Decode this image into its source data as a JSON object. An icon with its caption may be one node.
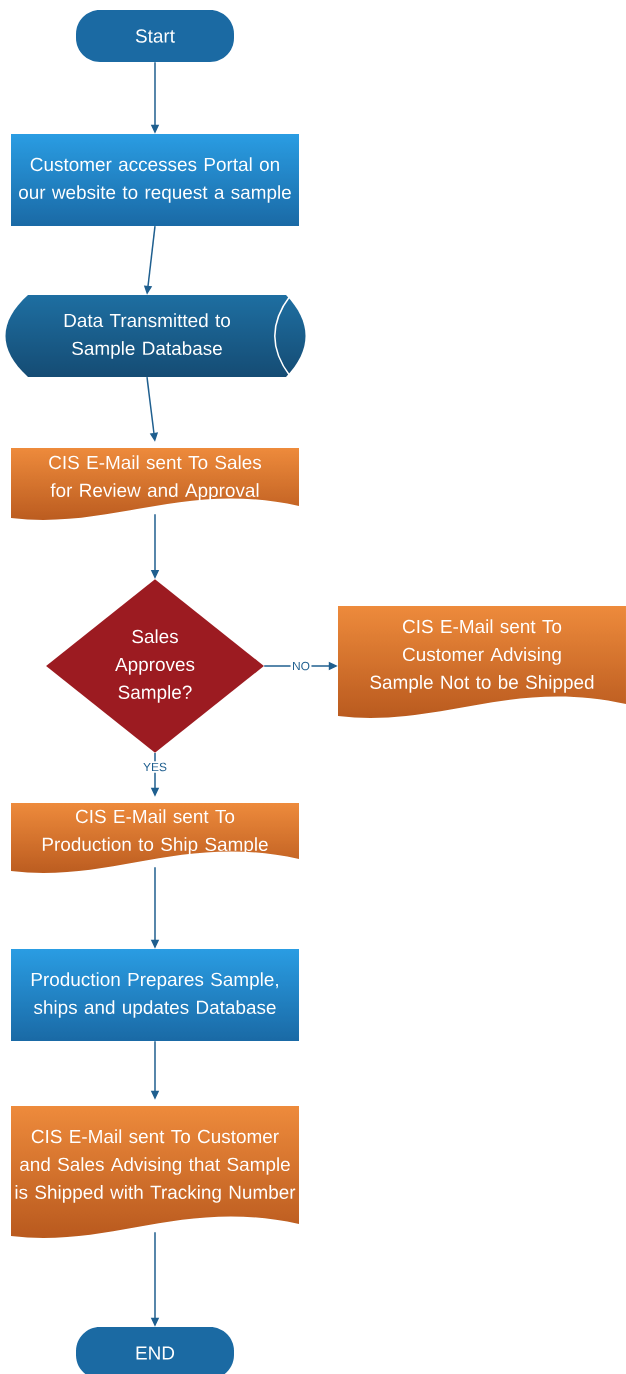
{
  "diagram": {
    "nodes": [
      {
        "text": [
          "Start"
        ]
      },
      {
        "text": [
          "Customer accesses Portal on our website to request a sample"
        ]
      },
      {
        "text": [
          "Data Transmitted to Sample Database"
        ]
      },
      {
        "text": [
          "CIS E-Mail sent To Sales for Review and Approval"
        ]
      },
      {
        "text": [
          "Sales Approves Sample?"
        ]
      },
      {
        "text": [
          "CIS E-Mail sent To Customer Advising Sample Not to be Shipped"
        ]
      },
      {
        "text": [
          "CIS E-Mail sent To Production to Ship Sample"
        ]
      },
      {
        "text": [
          "Production Prepares Sample, ships and updates Database"
        ]
      },
      {
        "text": [
          "CIS E-Mail sent To Customer and Sales Advising that Sample is Shipped with Tracking Number"
        ]
      },
      {
        "text": [
          "END"
        ]
      }
    ],
    "edges": [
      {
        "from": 0,
        "to": 1,
        "arrow": "to"
      },
      {
        "from": 1,
        "to": 2,
        "arrow": "to"
      },
      {
        "from": 2,
        "to": 3,
        "arrow": "to"
      },
      {
        "from": 3,
        "to": 4,
        "arrow": "to"
      },
      {
        "from": 4,
        "to": 5,
        "arrow": "to",
        "label": "NO"
      },
      {
        "from": 4,
        "to": 6,
        "arrow": "to",
        "label": "YES"
      },
      {
        "from": 6,
        "to": 7,
        "arrow": "to"
      },
      {
        "from": 7,
        "to": 8,
        "arrow": "to"
      },
      {
        "from": 8,
        "to": 9,
        "arrow": "to"
      }
    ]
  }
}
